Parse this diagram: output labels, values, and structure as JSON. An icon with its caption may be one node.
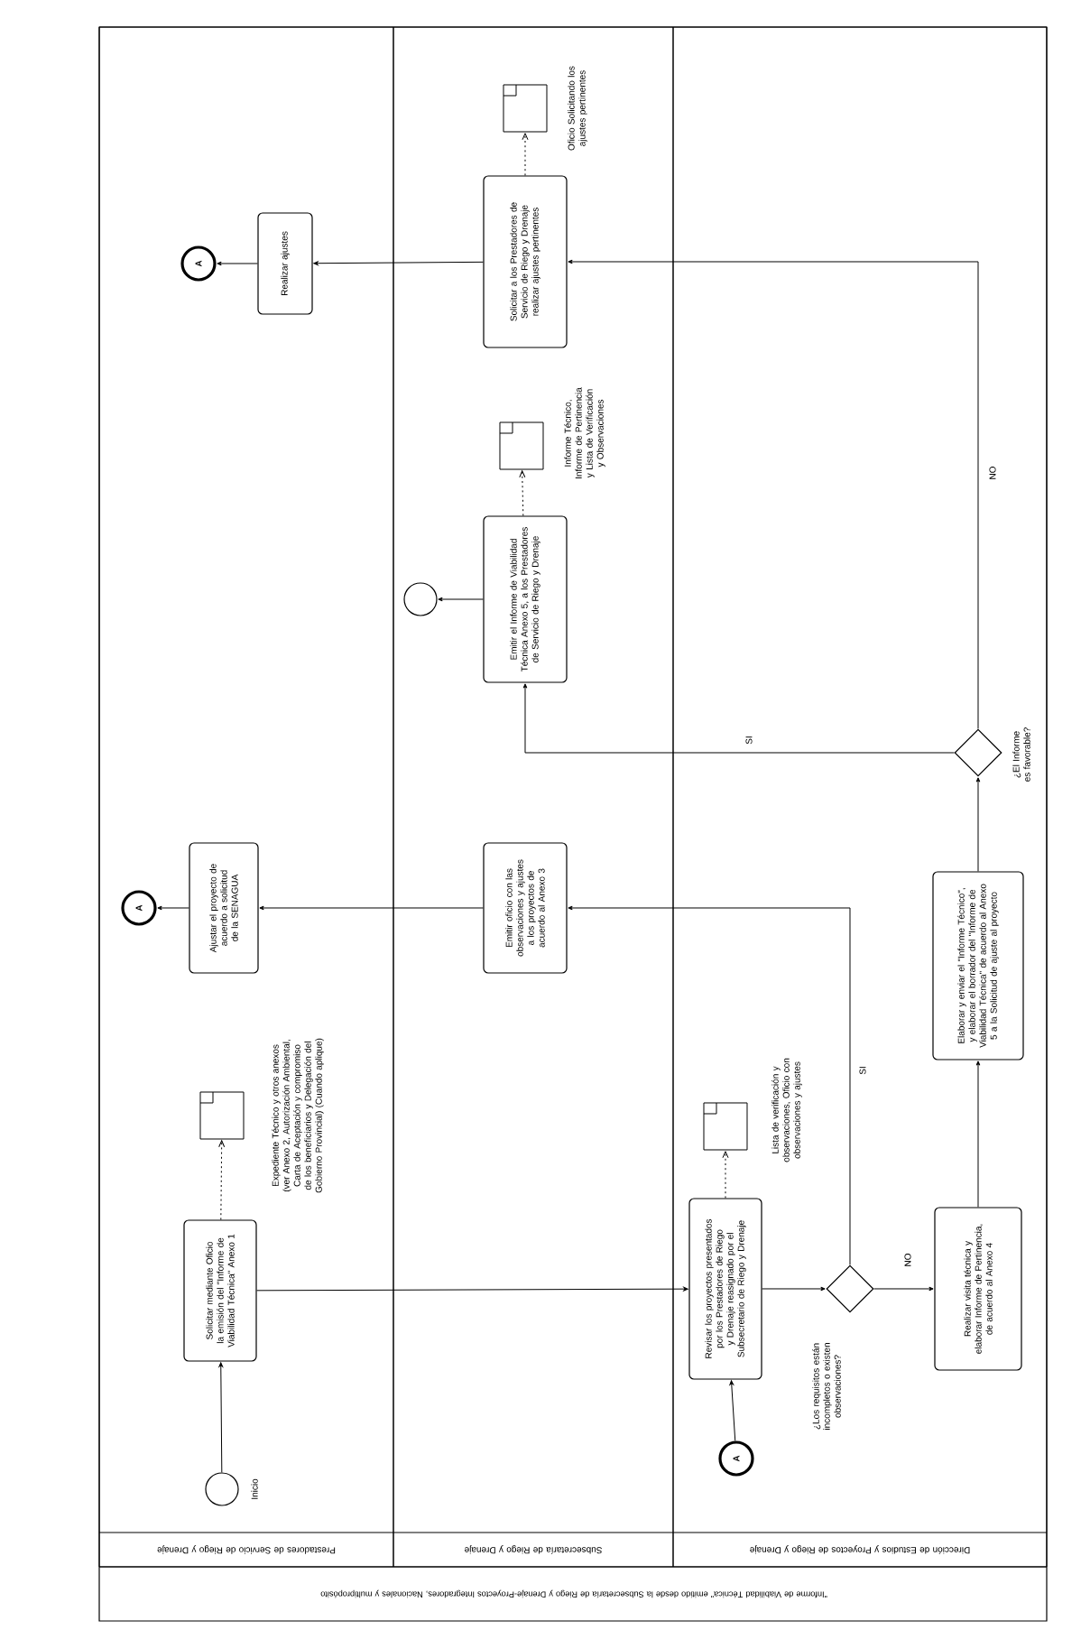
{
  "diagram": {
    "title": "\"Informe de Viabilidad Técnica\" emitido desde la Subsecretaría de Riego y Drenaje-Proyectos Integradores, Nacionales y multipropósito",
    "nodes": [
      {
        "text": [
          "Prestadores de Servicio de Riego y Drenaje"
        ]
      },
      {
        "text": [
          "Subsecretaría de Riego y Drenaje"
        ]
      },
      {
        "text": [
          "Dirección de Estudios y Proyectos de Riego y Drenaje"
        ]
      },
      {
        "text": [],
        "shape": "circle",
        "in": 0,
        "beside": [
          "Inicio"
        ]
      },
      {
        "text": [
          "Solicitar mediante Oficio la emisión del \"Informe de Viabilidad Técnica\" Anexo 1"
        ],
        "in": 0
      },
      {
        "text": [],
        "shape": "document",
        "in": 0,
        "beside": [
          "Expediente Técnico y otros anexos (ver Anexo 2, Autorización Ambiental, Carta de Aceptación y compromiso de los beneficiarios y Delegación del Gobierno Provincial) (Cuando aplique)"
        ]
      },
      {
        "text": [
          "Ajustar el proyecto de acuerdo a solicitud de la SENAGUA"
        ],
        "in": 0
      },
      {
        "text": [
          "A"
        ],
        "in": 0
      },
      {
        "text": [
          "Realizar ajustes"
        ],
        "in": 0
      },
      {
        "text": [
          "A"
        ],
        "in": 0
      },
      {
        "text": [
          "Emitir oficio con las observaciones y ajustes a los proyectos de acuerdo al Anexo 3"
        ],
        "in": 1
      },
      {
        "text": [
          "Emitir el Informe de Viabilidad Técnica Anexo 5, a los Prestadores de Servicio de Riego y Drenaje"
        ],
        "in": 1
      },
      {
        "text": [],
        "shape": "circle",
        "in": 1
      },
      {
        "text": [],
        "shape": "document",
        "in": 1,
        "beside": [
          "Informe Técnico, Informe de Pertinencia y Lista de Verificación y Observaciones"
        ]
      },
      {
        "text": [
          "Solicitar a los Prestadores de Servicio de Riego y Drenaje realizar ajustes pertinentes"
        ],
        "in": 1
      },
      {
        "text": [],
        "shape": "document",
        "in": 1,
        "beside": [
          "Oficio Solicitando los ajustes pertinentes"
        ]
      },
      {
        "text": [
          "A"
        ],
        "in": 2
      },
      {
        "text": [
          "Revisar los proyectos presentados por los Prestadores de Riego y Drenaje reasignado por el Subsecretario de Riego y Drenaje"
        ],
        "in": 2
      },
      {
        "text": [],
        "shape": "document",
        "in": 2,
        "beside": [
          "Lista de verificación y observaciones, Oficio con observaciones y ajustes"
        ]
      },
      {
        "text": [],
        "shape": "diamond",
        "in": 2,
        "beside": [
          "¿Los requisitos están incompletos o existen observaciones?"
        ]
      },
      {
        "text": [
          "Realizar visita técnica y elaborar Informe de Pertinencia, de acuerdo al Anexo 4"
        ],
        "in": 2
      },
      {
        "text": [
          "Elaborar y enviar el \"Informe Técnico\", y elaborar el borrador del \"Informe de Viabilidad Técnica\" de acuerdo al Anexo 5 a la Solicitud de ajuste al proyecto"
        ],
        "in": 2
      },
      {
        "text": [],
        "shape": "diamond",
        "in": 2,
        "beside": [
          "¿El Informe es favorable?"
        ]
      }
    ],
    "edges": [
      {
        "from": 3,
        "to": 4,
        "arrow": "to"
      },
      {
        "from": 4,
        "to": 5,
        "arrow": "to",
        "style": "dashed"
      },
      {
        "from": 4,
        "to": 17,
        "arrow": "to"
      },
      {
        "from": 16,
        "to": 17,
        "arrow": "to"
      },
      {
        "from": 17,
        "to": 18,
        "arrow": "to",
        "style": "dashed"
      },
      {
        "from": 17,
        "to": 19,
        "arrow": "to"
      },
      {
        "from": 19,
        "to": 10,
        "arrow": "to",
        "label": "SI"
      },
      {
        "from": 19,
        "to": 20,
        "arrow": "to",
        "label": "NO"
      },
      {
        "from": 20,
        "to": 21,
        "arrow": "to"
      },
      {
        "from": 21,
        "to": 22,
        "arrow": "to"
      },
      {
        "from": 22,
        "to": 11,
        "arrow": "to",
        "label": "SI"
      },
      {
        "from": 22,
        "to": 14,
        "arrow": "to",
        "label": "NO"
      },
      {
        "from": 11,
        "to": 12,
        "arrow": "to"
      },
      {
        "from": 11,
        "to": 13,
        "arrow": "to",
        "style": "dashed"
      },
      {
        "from": 14,
        "to": 15,
        "arrow": "to",
        "style": "dashed"
      },
      {
        "from": 14,
        "to": 8,
        "arrow": "to"
      },
      {
        "from": 8,
        "to": 9,
        "arrow": "to"
      },
      {
        "from": 10,
        "to": 6,
        "arrow": "to"
      },
      {
        "from": 6,
        "to": 7,
        "arrow": "to"
      }
    ]
  }
}
